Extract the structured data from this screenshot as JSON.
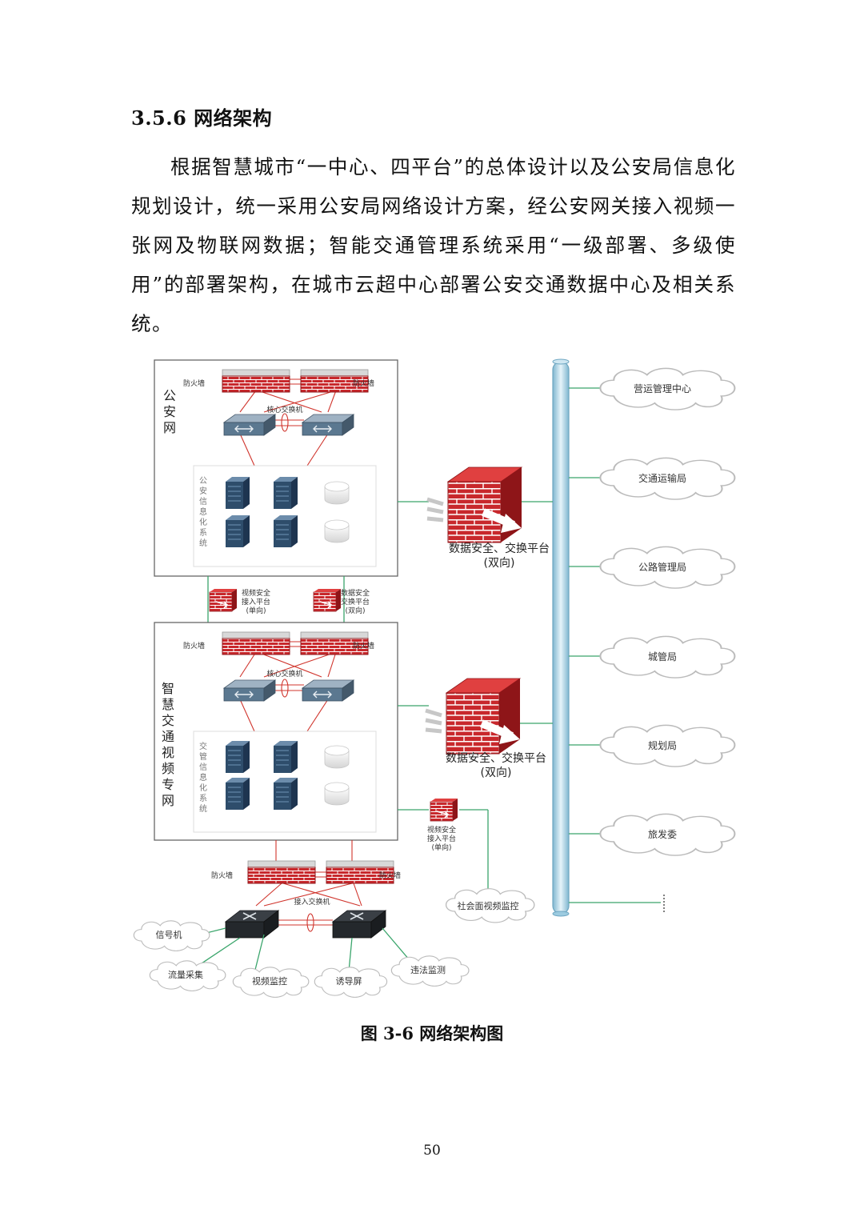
{
  "section": {
    "heading": "3.5.6 网络架构",
    "paragraph": "根据智慧城市“一中心、四平台”的总体设计以及公安局信息化规划设计，统一采用公安局网络设计方案，经公安网关接入视频一张网及物联网数据；智能交通管理系统采用“一级部署、多级使用”的部署架构，在城市云超中心部署公安交通数据中心及相关系统。"
  },
  "diagram": {
    "zone_police_title": "公安网",
    "zone_traffic_title": "智慧交通视频专网",
    "firewall_label": "防火墙",
    "core_switch_label": "核心交换机",
    "access_switch_label": "接入交换机",
    "police_info_system": "公安信息化系统",
    "traffic_info_system": "交管信息化系统",
    "exchange_platform_label": "数据安全、交换平台",
    "exchange_platform_mode": "(双向)",
    "video_access_platform": "视频安全接入平台",
    "one_way": "(单向)",
    "data_exchange_platform": "数据安全交换平台",
    "two_way": "(双向)",
    "departments": [
      "营运管理中心",
      "交通运输局",
      "公路管理局",
      "城管局",
      "规划局",
      "旅发委"
    ],
    "social_video": "社会面视频监控",
    "edge_devices": [
      "信号机",
      "流量采集",
      "视频监控",
      "诱导屏",
      "违法监测"
    ]
  },
  "caption": "图 3-6 网络架构图",
  "page_number": "50",
  "colors": {
    "firewall_red": "#c8282c",
    "firewall_dark": "#8e1518",
    "switch_blue": "#5b7890",
    "server_blue": "#2e4d6b",
    "backbone": "#a9d3e6",
    "green_line": "#3aa56b",
    "red_line": "#d0342c"
  }
}
